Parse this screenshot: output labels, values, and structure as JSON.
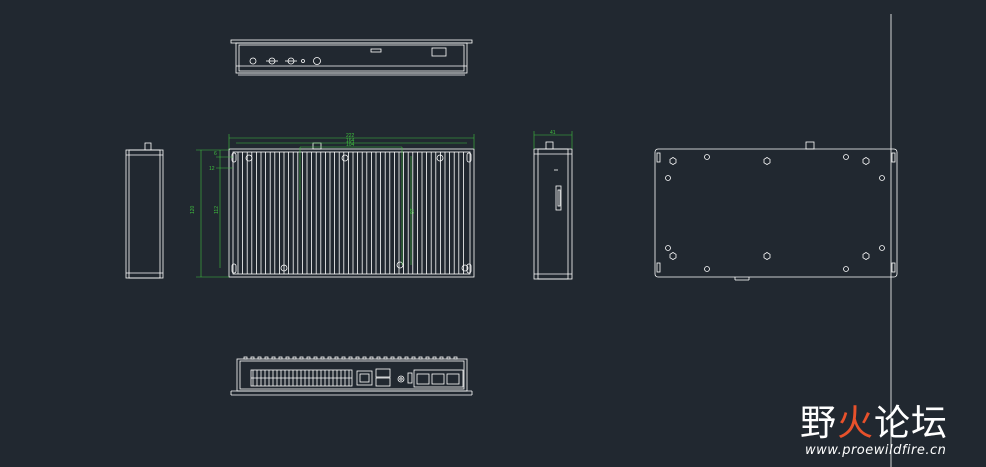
{
  "drawing": {
    "background": "#212830",
    "line_color": "#ffffff",
    "dim_color": "#3fbf3f",
    "views": [
      "top-view",
      "front-view",
      "side-view-left",
      "side-view-right",
      "bottom-view",
      "rear-view"
    ],
    "dimension_labels": {
      "overall_width": "222",
      "inner_width": "164",
      "rib_span": "104",
      "total_height": "120",
      "inner_height": "112",
      "mount_height": "97",
      "offset_top": "6",
      "offset_mid": "12",
      "depth": "41"
    }
  },
  "watermark": {
    "brand_white": "野",
    "brand_red": "火",
    "brand_white2": "论坛",
    "url": "www.proewildfire.cn",
    "accent": "#e8512b"
  }
}
